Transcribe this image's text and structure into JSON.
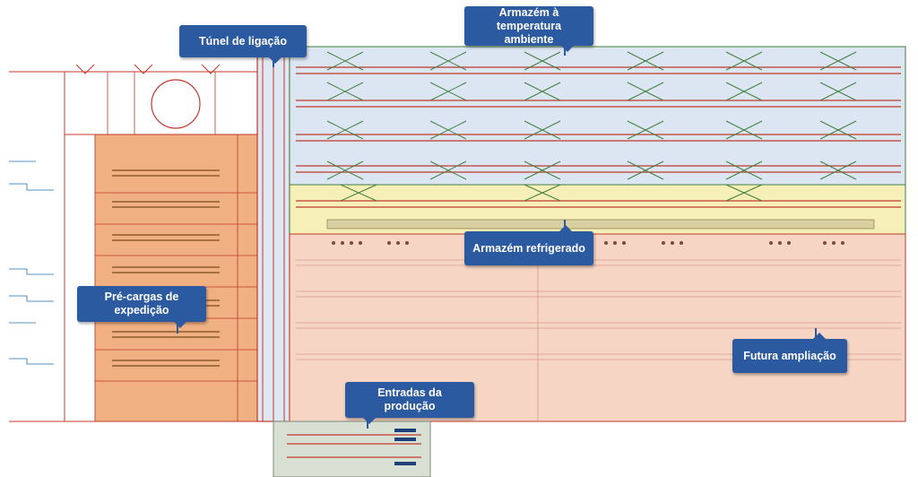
{
  "labels": {
    "tunnel": "Túnel de ligação",
    "ambient_warehouse": "Armazém à\ntemperatura ambiente",
    "refrigerated_warehouse": "Armazém refrigerado",
    "preloading": "Pré-cargas de\nexpedição",
    "production_inputs": "Entradas da\nprodução",
    "future_expansion": "Futura ampliação"
  },
  "colors": {
    "callout": "#2c5aa0",
    "ambient_zone": "#dce6f2",
    "refrigerated_zone": "#f7efb8",
    "expansion_zone": "#f6d5c5",
    "preloading_zone": "#f0a875",
    "racking_lines": "#c0392b",
    "crane_marks": "#3f7f3f",
    "production_zone": "#d8e0d4"
  }
}
